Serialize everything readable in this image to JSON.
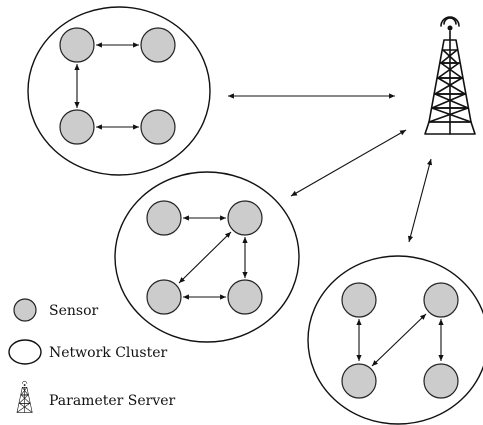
{
  "legend": {
    "sensor_label": "Sensor",
    "cluster_label": "Network Cluster",
    "server_label": "Parameter Server"
  },
  "diagram": {
    "clusters": 3,
    "sensors_per_cluster": 4,
    "server_icon": "radio-tower-icon",
    "colors": {
      "sensor_fill": "#cccccc",
      "outline": "#111111",
      "background": "#ffffff"
    }
  }
}
